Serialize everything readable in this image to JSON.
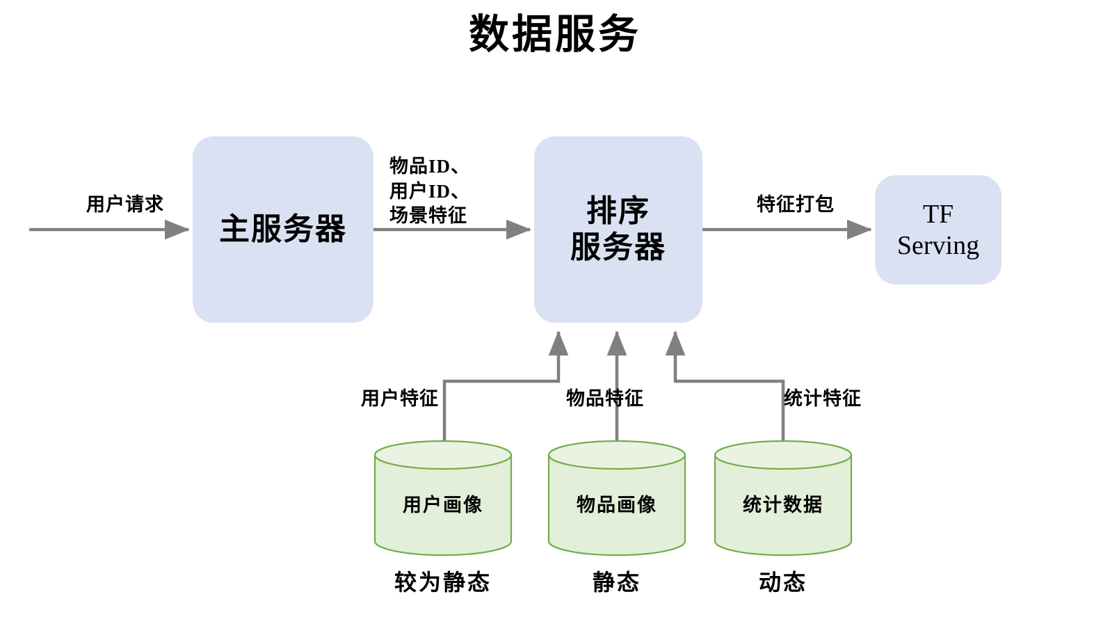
{
  "page": {
    "title": "数据服务",
    "background_color": "#ffffff"
  },
  "theme": {
    "process_fill": "#dae1f2",
    "process_text": "#000000",
    "datastore_fill": "#e2efd9",
    "datastore_top_fill": "#eaf3e2",
    "datastore_stroke": "#70ad47",
    "connector_color": "#808080",
    "label_color": "#000000"
  },
  "nodes": {
    "main_server": {
      "label": "主服务器",
      "type": "process"
    },
    "rank_server": {
      "label": "排序\n服务器",
      "type": "process"
    },
    "tf_serving": {
      "label": "TF\nServing",
      "type": "process"
    },
    "user_profile_store": {
      "label": "用户画像",
      "type": "datastore",
      "caption": "较为静态"
    },
    "item_profile_store": {
      "label": "物品画像",
      "type": "datastore",
      "caption": "静态"
    },
    "stats_store": {
      "label": "统计数据",
      "type": "datastore",
      "caption": "动态"
    }
  },
  "edges": {
    "request_to_main": {
      "label": "用户请求",
      "from": "client",
      "to": "main_server"
    },
    "main_to_rank": {
      "label": "物品ID、\n用户ID、\n场景特征",
      "from": "main_server",
      "to": "rank_server"
    },
    "rank_to_tf": {
      "label": "特征打包",
      "from": "rank_server",
      "to": "tf_serving"
    },
    "user_store_to_rank": {
      "label": "用户特征",
      "from": "user_profile_store",
      "to": "rank_server"
    },
    "item_store_to_rank": {
      "label": "物品特征",
      "from": "item_profile_store",
      "to": "rank_server"
    },
    "stats_store_to_rank": {
      "label": "统计特征",
      "from": "stats_store",
      "to": "rank_server"
    }
  }
}
